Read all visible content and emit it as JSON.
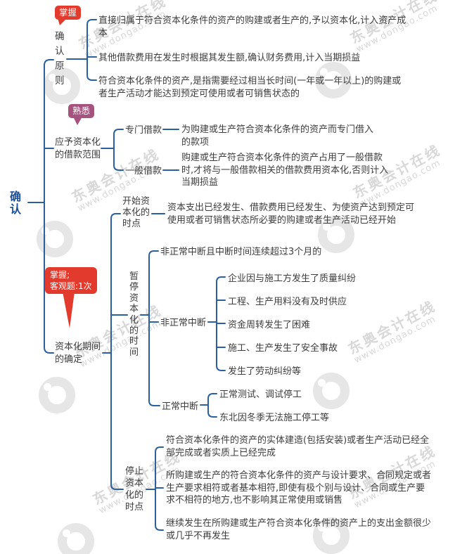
{
  "root": {
    "label": "确认"
  },
  "watermark": {
    "brand": "东奥会计在线",
    "url": "www.dongao.com"
  },
  "colors": {
    "line": "#2b5f9e",
    "root_text": "#1b4f9c",
    "badge_red": "#e23a2c",
    "badge_purple": "#a6527f",
    "text": "#3d3d3d",
    "watermark": "#d2d2d2"
  },
  "branch1": {
    "badge": "掌握",
    "label": "确认原则",
    "leaves": [
      "直接归属于符合资本化条件的资产的购建或者生产的,予以资本化,计入资产成本",
      "其他借款费用在发生时根据其发生额,确认财务费用,计入当期损益",
      "符合资本化条件的资产,是指需要经过相当长时间(一年或一年以上)的购建或者生产活动才能达到预定可使用或者可销售状态的"
    ]
  },
  "branch2": {
    "badge": "熟悉",
    "label": "应予资本化的借款范围",
    "special": {
      "label": "专门借款",
      "leaf": "为购建或生产符合资本化条件的资产而专门借入的款项"
    },
    "general": {
      "label": "一般借款",
      "leaf": "购建或生产符合资本化条件的资产占用了一般借款时,才将与一般借款相关的借款费用资本化,否则计入当期损益"
    }
  },
  "branch3": {
    "badge_line1": "掌握;",
    "badge_line2": "客观题:1次",
    "label": "资本化期间的确定",
    "start": {
      "label": "开始资本化的时点",
      "leaf": "资本支出已经发生、借款费用已经发生、为使资产达到预定可使用或者可销售状态所必要的购建或者生产活动已经开始"
    },
    "pause": {
      "label": "暂停资本化的时间",
      "rule": "非正常中断且中断时间连续超过3个月的",
      "abnormal": {
        "label": "非正常中断",
        "items": [
          "企业因与施工方发生了质量纠纷",
          "工程、生产用料没有及时供应",
          "资金周转发生了困难",
          "施工、生产发生了安全事故",
          "发生了劳动纠纷等"
        ]
      },
      "normal": {
        "label": "正常中断",
        "items": [
          "正常测试、调试停工",
          "东北因冬季无法施工停工等"
        ]
      }
    },
    "stop": {
      "label": "停止资本化的时点",
      "leaves": [
        "符合资本化条件的资产的实体建造(包括安装)或者生产活动已经全部完成或者实质上已经完成",
        "所购建或生产的符合资本化条件的资产与设计要求、合同规定或者生产要求相符或者基本相符,即使有极个别与设计、合同或生产要求不相符的地方,也不影响其正常使用或销售",
        "继续发生在所购建或生产符合资本化条件的资产上的支出金额很少或几乎不再发生"
      ]
    }
  }
}
